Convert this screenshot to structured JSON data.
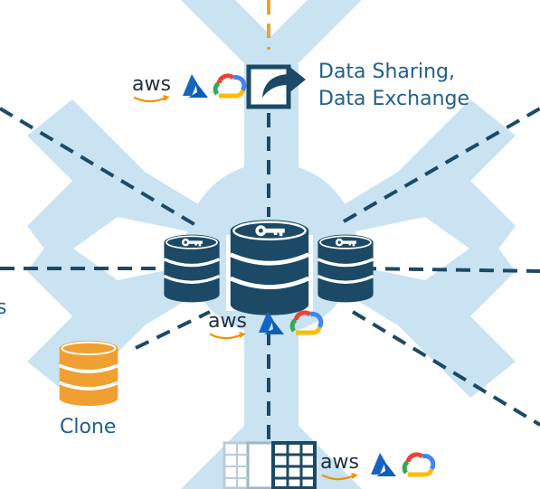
{
  "labels": {
    "data_sharing_line1": "Data Sharing,",
    "data_sharing_line2": "Data Exchange",
    "clone": "Clone",
    "edge_fragment": "s"
  },
  "provider_logo_text": "aws",
  "icons": [
    "aws-logo",
    "azure-logo",
    "gcp-logo",
    "share-arrow-icon",
    "database-key-icon",
    "table-icon"
  ],
  "colors": {
    "snowflake": "#c9e3f3",
    "navy": "#1c4a66",
    "orange_dash": "#f0a030",
    "clone_db": "#f0a030",
    "label": "#1f5f8b",
    "azure": "#1565c0",
    "gcp_red": "#ea4335",
    "gcp_yellow": "#fbbc05",
    "gcp_blue": "#4285f4",
    "gcp_green": "#34a853"
  }
}
